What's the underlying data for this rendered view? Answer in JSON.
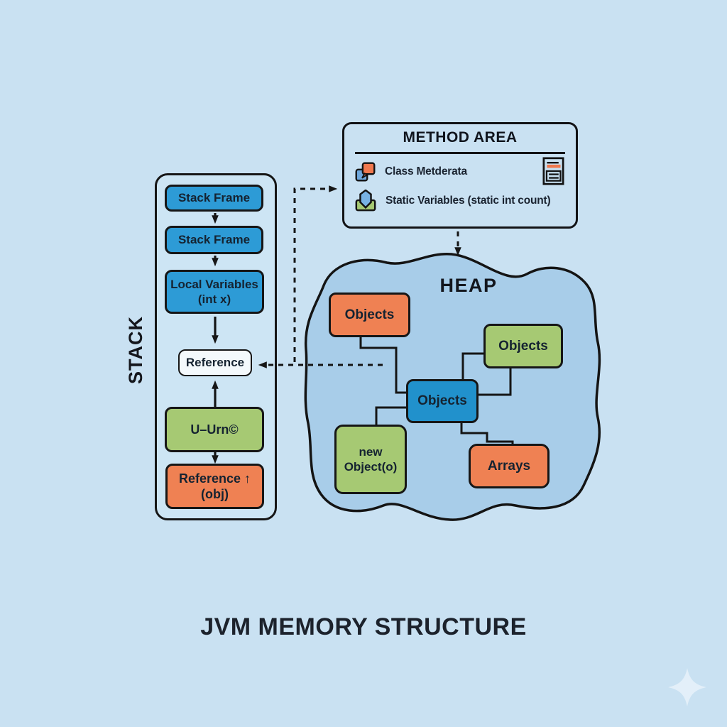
{
  "diagram_title": "JVM MEMORY STRUCTURE",
  "stack": {
    "label": "STACK",
    "boxes": [
      {
        "line1": "Stack Frame",
        "color": "blue"
      },
      {
        "line1": "Stack Frame",
        "color": "blue"
      },
      {
        "line1": "Local Variables",
        "line2": "(int x)",
        "color": "blue"
      },
      {
        "line1": "Reference",
        "color": "white"
      },
      {
        "line1": "U–Urn©",
        "color": "green"
      },
      {
        "line1": "Reference ↑",
        "line2": "(obj)",
        "color": "orange"
      }
    ]
  },
  "method_area": {
    "title": "METHOD AREA",
    "items": [
      {
        "icon": "class-metadata-icon",
        "label": "Class Metderata"
      },
      {
        "icon": "static-variable-icon",
        "label": "Static Variables (static int count)"
      }
    ]
  },
  "heap": {
    "label": "HEAP",
    "boxes": [
      {
        "line1": "Objects",
        "color": "orange"
      },
      {
        "line1": "Objects",
        "color": "green"
      },
      {
        "line1": "Objects",
        "color": "blue"
      },
      {
        "line1": "new",
        "line2": "Object(o)",
        "color": "green"
      },
      {
        "line1": "Arrays",
        "color": "orange"
      }
    ]
  },
  "colors": {
    "background": "#c9e1f2",
    "heap_fill": "#a8cde9",
    "blue_box": "#2d9bd6",
    "blue_box_deep": "#2191cc",
    "green_box": "#a6c973",
    "orange_box": "#ef8153",
    "reference_fill": "#f4f9fc",
    "outline": "#161616",
    "text_dark": "#152331"
  }
}
